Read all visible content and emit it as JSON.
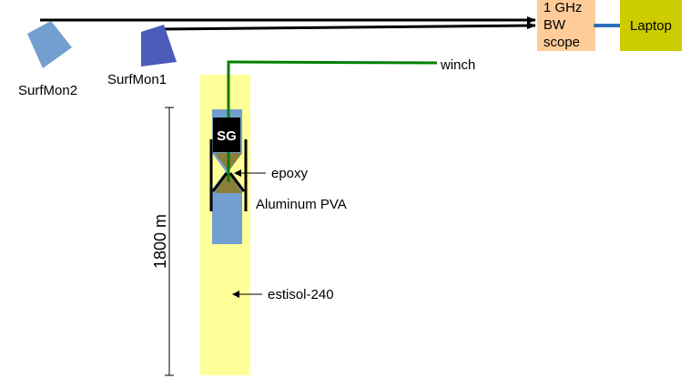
{
  "labels": {
    "surfmon2": "SurfMon2",
    "surfmon1": "SurfMon1",
    "scope_line1": "1 GHz",
    "scope_line2": "BW",
    "scope_line3": "scope",
    "laptop": "Laptop",
    "winch": "winch",
    "sg": "SG",
    "epoxy": "epoxy",
    "aluminum_pva": "Aluminum PVA",
    "depth": "1800 m",
    "estisol": "estisol-240"
  },
  "colors": {
    "estisol_column": "#ffff99",
    "probe_body": "#729fcf",
    "sg_box": "#000000",
    "epoxy_fill": "#8b7d3a",
    "winch_cable": "#008000",
    "surfmon2": "#729fcf",
    "surfmon1": "#4b5cb8",
    "scope_box": "#ffcc99",
    "laptop_box": "#cccc00",
    "link_cable": "#2a6ebb"
  }
}
